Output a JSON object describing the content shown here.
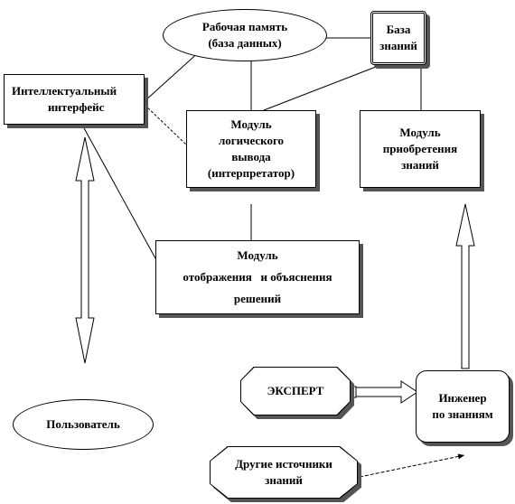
{
  "nodes": {
    "working_memory": {
      "line1": "Рабочая память",
      "line2": "(база данных)"
    },
    "knowledge_base": {
      "line1": "База",
      "line2": "знаний"
    },
    "intelligent_interface": {
      "line1": "Интеллектуальный",
      "line2": "интерфейс"
    },
    "inference_module": {
      "line1": "Модуль",
      "line2": "логического",
      "line3": "вывода",
      "line4": "(интерпретатор)"
    },
    "acquisition_module": {
      "line1": "Модуль",
      "line2": "приобретения",
      "line3": "знаний"
    },
    "explanation_module": {
      "line1": "Модуль",
      "line2": "отображения   и объяснения",
      "line3": "решений"
    },
    "expert": {
      "label": "ЭКСПЕРТ"
    },
    "knowledge_engineer": {
      "line1": "Инженер",
      "line2": "по знаниям"
    },
    "user": {
      "label": "Пользователь"
    },
    "other_sources": {
      "line1": "Другие источники",
      "line2": "знаний"
    }
  },
  "colors": {
    "line": "#000000",
    "shadow": "#555555",
    "background": "#ffffff"
  }
}
